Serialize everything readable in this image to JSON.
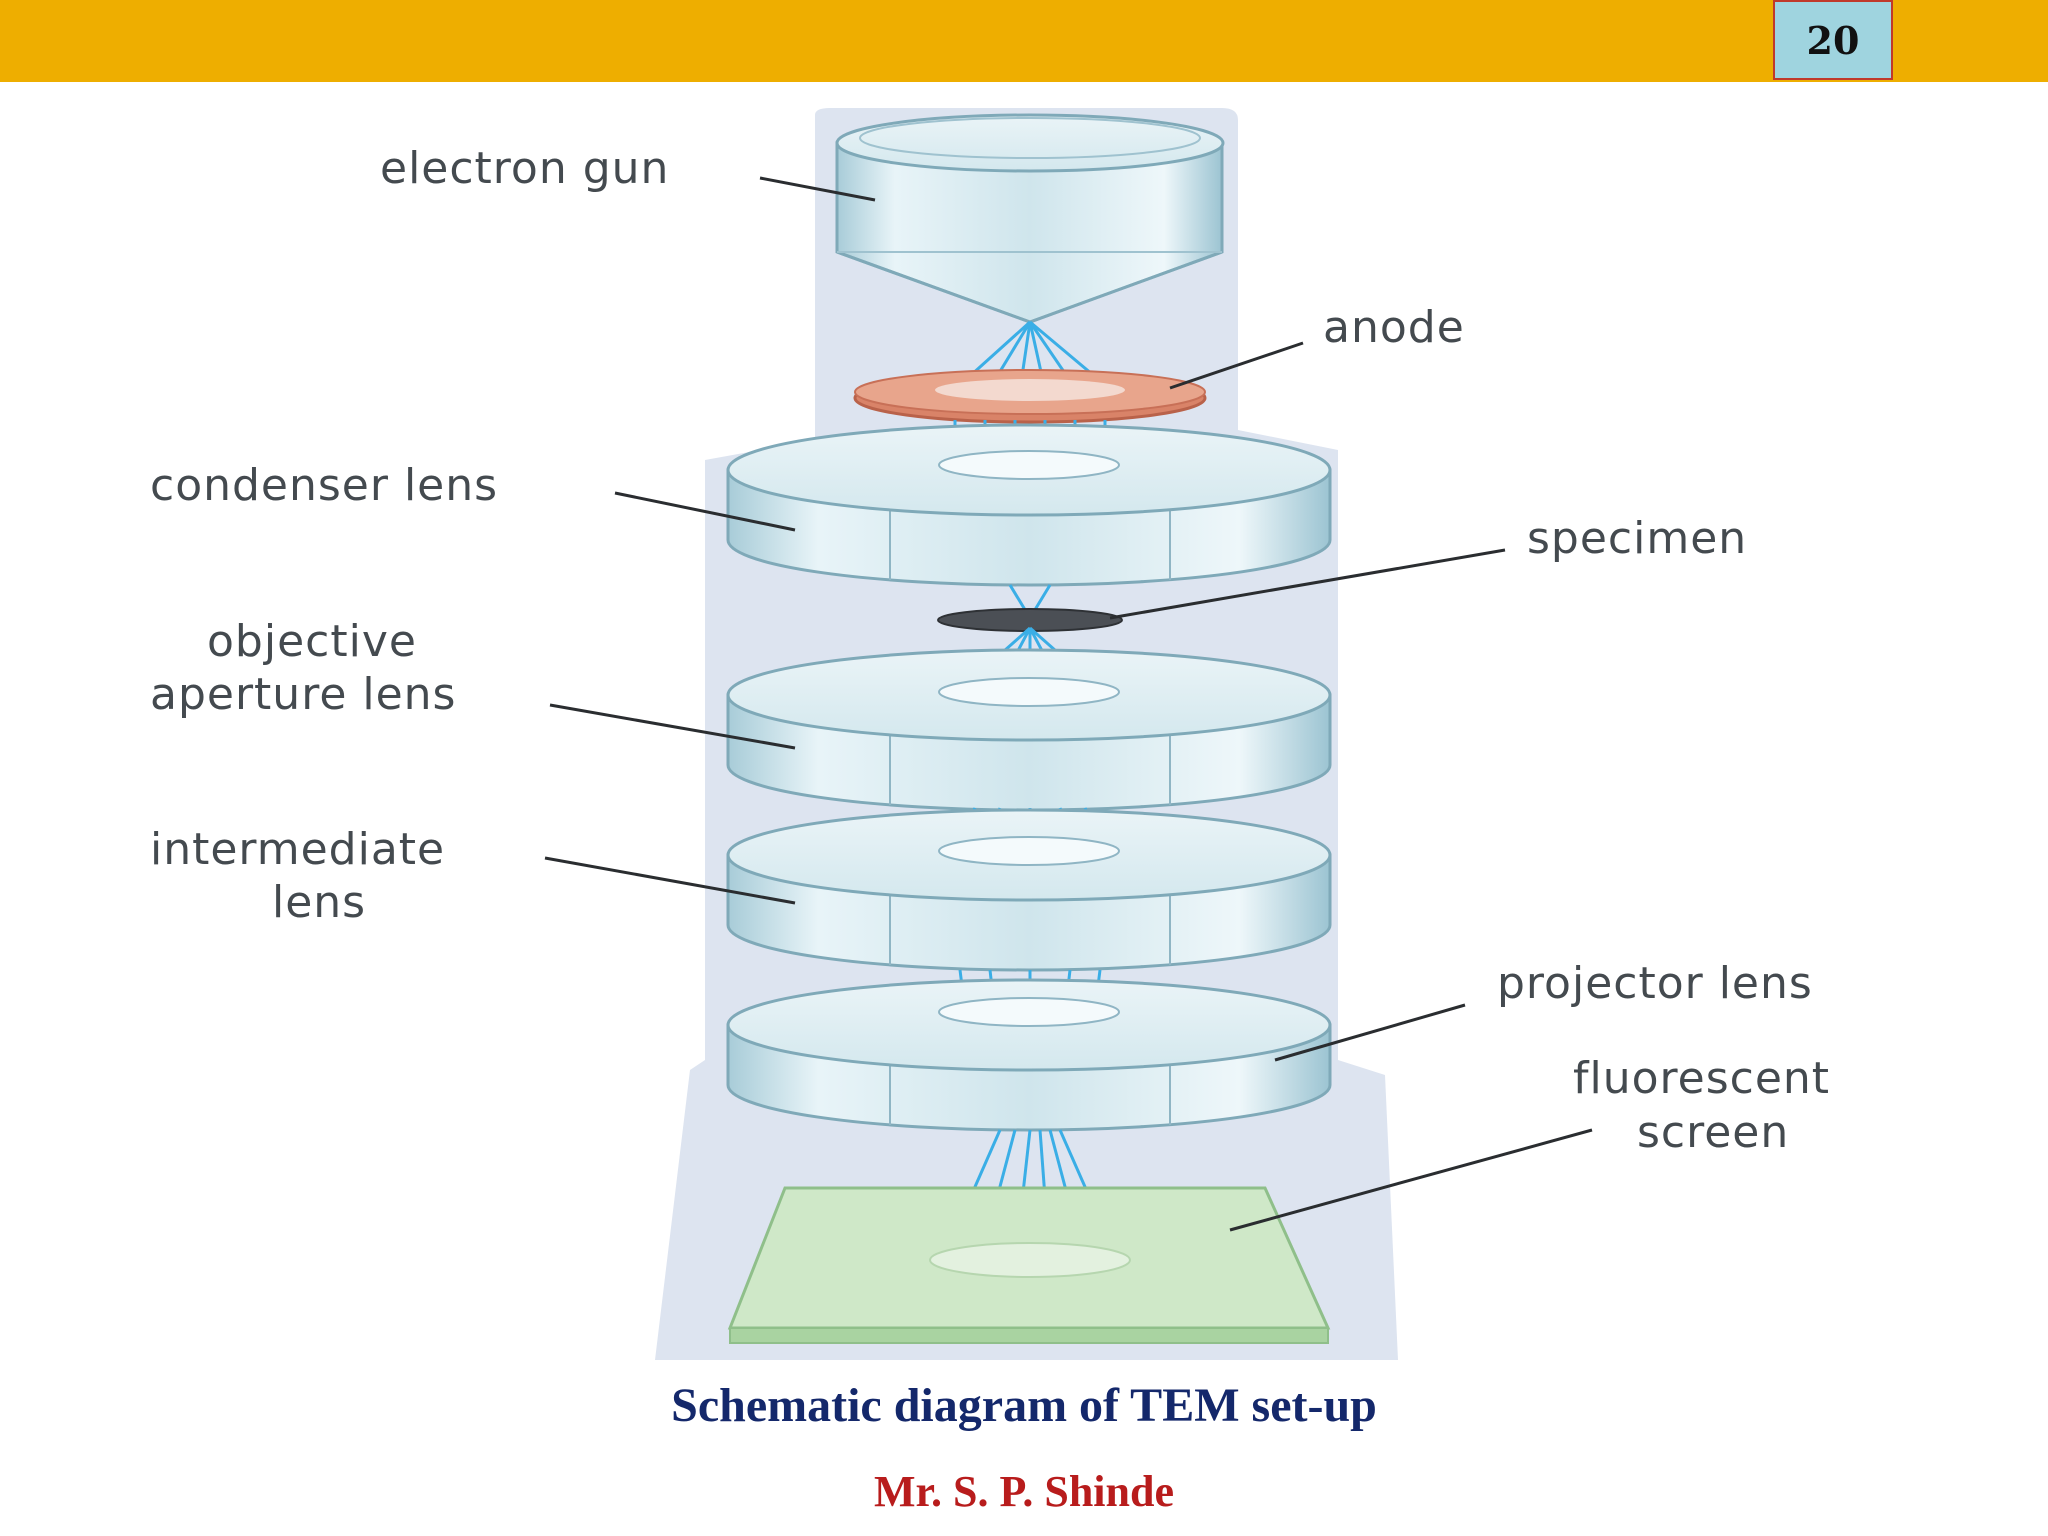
{
  "header": {
    "page_number": "20",
    "bar_color": "#eeae00"
  },
  "diagram": {
    "labels": {
      "electron_gun": "electron gun",
      "anode": "anode",
      "condenser_lens": "condenser lens",
      "specimen": "specimen",
      "objective_line1": "objective",
      "objective_line2": "aperture lens",
      "intermediate_line1": "intermediate",
      "intermediate_line2": "lens",
      "projector_lens": "projector lens",
      "fluorescent_line1": "fluorescent",
      "fluorescent_line2": "screen"
    },
    "colors": {
      "column": "#dde4f0",
      "lens": "#c9e2ea",
      "anode": "#e0967a",
      "screen": "#cfe8c8",
      "beam": "#3aaee6"
    }
  },
  "caption": "Schematic diagram of TEM set-up",
  "author": "Mr. S. P. Shinde"
}
